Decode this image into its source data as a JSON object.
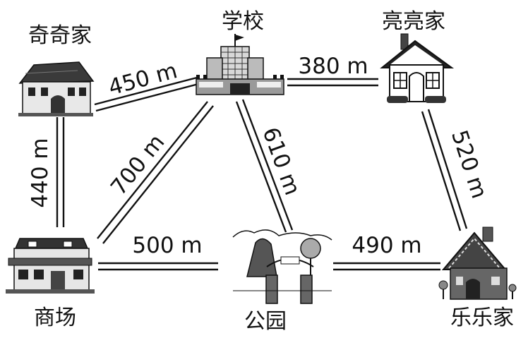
{
  "places": {
    "qiqi": "奇奇家",
    "school": "学校",
    "liangliang": "亮亮家",
    "mall": "商场",
    "park": "公园",
    "lele": "乐乐家"
  },
  "roads": {
    "qiqi_school": "450 m",
    "school_liangliang": "380 m",
    "qiqi_mall": "440 m",
    "school_mall": "700 m",
    "school_park": "610 m",
    "liangliang_lele": "520 m",
    "mall_park": "500 m",
    "park_lele": "490 m"
  },
  "icons": {
    "qiqi": "cottage-house-icon",
    "school": "school-building-icon",
    "liangliang": "house-icon",
    "mall": "mall-building-icon",
    "park": "park-gate-icon",
    "lele": "gingerbread-house-icon"
  },
  "colors": {
    "ink": "#111111",
    "background": "#ffffff"
  }
}
